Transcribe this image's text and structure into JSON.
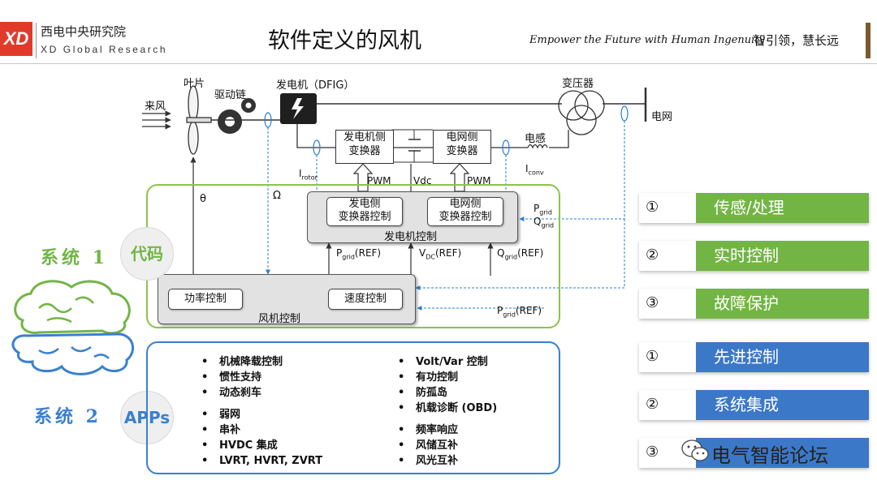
{
  "header": {
    "logo": "XD",
    "org_cn": "西电中央研究院",
    "org_en": "XD Global Research",
    "title": "软件定义的风机",
    "slogan_en": "Empower the Future with Human Ingenuity",
    "slogan_cn": "智引领，慧长远"
  },
  "diagram": {
    "wind": "来风",
    "blade": "叶片",
    "drivetrain": "驱动链",
    "generator": "发电机（DFIG）",
    "transformer": "变压器",
    "grid": "电网",
    "inductor": "电感",
    "gen_side_converter": "发电机侧\n变换器",
    "grid_side_converter": "电网侧\n变换器",
    "i_rotor": "I",
    "i_rotor_sub": "rotor",
    "i_conv": "I",
    "i_conv_sub": "conv",
    "pwm1": "PWM",
    "pwm2": "PWM",
    "vdc": "Vdc",
    "theta": "θ",
    "omega": "Ω",
    "gen_ctrl_title": "发电机控制",
    "gen_side_ctrl": "发电侧\n变换器控制",
    "grid_side_ctrl": "电网侧\n变换器控制",
    "p_grid": "P",
    "p_grid_sub": "grid",
    "q_grid": "Q",
    "q_grid_sub": "grid",
    "p_grid_ref": "P",
    "p_grid_ref_sub": "grid",
    "p_grid_ref_tail": "(REF)",
    "vdc_ref": "V",
    "vdc_ref_sub": "DC",
    "vdc_ref_tail": "(REF)",
    "q_grid_ref": "Q",
    "q_grid_ref_sub": "grid",
    "q_grid_ref_tail": "(REF)",
    "turbine_ctrl_title": "风机控制",
    "power_ctrl": "功率控制",
    "speed_ctrl": "速度控制",
    "p_grid_ref2": "P",
    "p_grid_ref2_sub": "grid",
    "p_grid_ref2_tail": "(REF)"
  },
  "left": {
    "system1": "系统 1",
    "code": "代码",
    "system2": "系统 2",
    "apps": "APPs"
  },
  "apps": {
    "col1": [
      "机械降载控制",
      "惯性支持",
      "动态刹车",
      "弱网",
      "串补",
      "HVDC 集成",
      "LVRT, HVRT, ZVRT"
    ],
    "col2": [
      "Volt/Var 控制",
      "有功控制",
      "防孤岛",
      "机载诊断 (OBD)",
      "频率响应",
      "风储互补",
      "风光互补"
    ]
  },
  "right_list": [
    {
      "mark": "①",
      "label": "传感/处理",
      "color": "#72b545"
    },
    {
      "mark": "②",
      "label": "实时控制",
      "color": "#72b545"
    },
    {
      "mark": "③",
      "label": "故障保护",
      "color": "#72b545"
    },
    {
      "mark": "①",
      "label": "先进控制",
      "color": "#3c78c8"
    },
    {
      "mark": "②",
      "label": "系统集成",
      "color": "#3c78c8"
    },
    {
      "mark": "③",
      "label": "",
      "color": "#3c78c8"
    }
  ],
  "watermark": "电气智能论坛"
}
